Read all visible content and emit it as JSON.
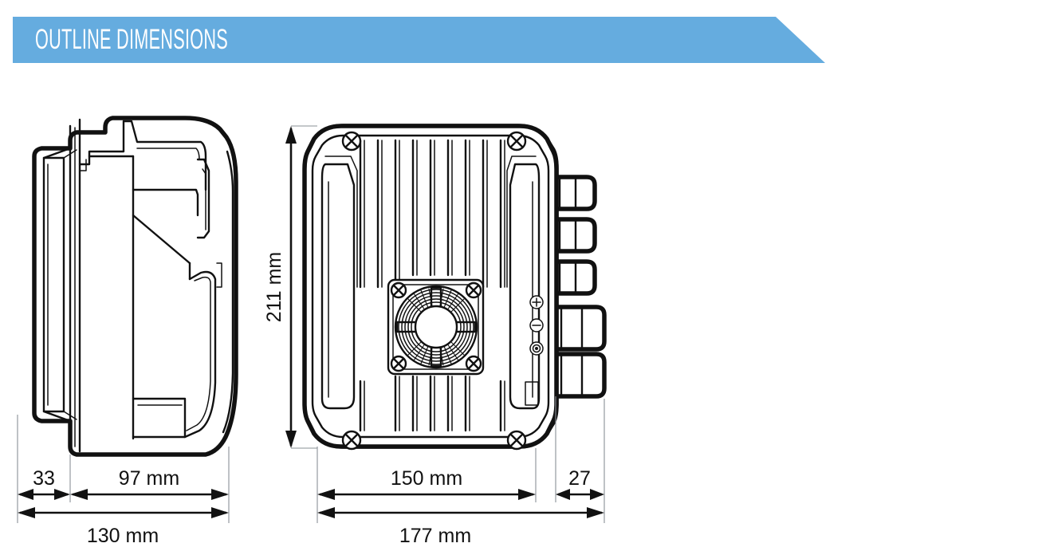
{
  "header": {
    "title": "OUTLINE DIMENSIONS",
    "banner_color": "#65acdf",
    "text_color": "#ffffff"
  },
  "drawing": {
    "line_color": "#111111",
    "extension_line_color": "#8a9096",
    "views": [
      {
        "id": "side-view",
        "name": "side-view",
        "label": "Side view of enclosure"
      },
      {
        "id": "front-view",
        "name": "front-view",
        "label": "Front view of enclosure with cooling fan, heat fins and cable glands"
      }
    ],
    "components": {
      "fan": "cooling-fan",
      "screws": "corner-screw",
      "glands": "cable-gland",
      "indicators": [
        "plus-indicator",
        "minus-indicator",
        "target-indicator"
      ]
    }
  },
  "dimensions": {
    "side_view": {
      "depth_front": "33",
      "depth_body": "97 mm",
      "depth_total": "130 mm"
    },
    "front_view": {
      "height": "211 mm",
      "width_body": "150 mm",
      "width_glands": "27",
      "width_total": "177 mm"
    }
  }
}
